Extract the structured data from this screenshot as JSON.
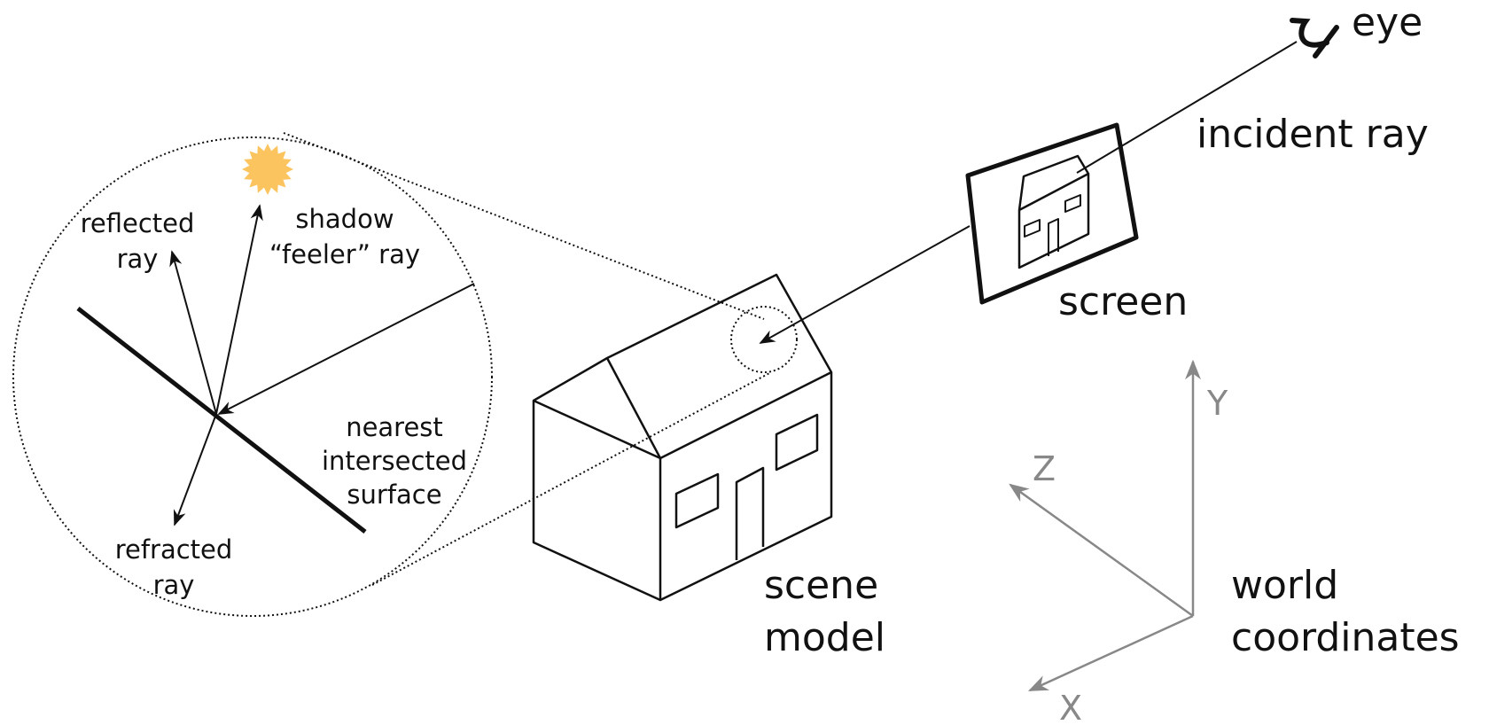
{
  "labels": {
    "eye": "eye",
    "incident_ray": "incident ray",
    "screen": "screen",
    "scene_model": [
      "scene",
      "model"
    ],
    "world_coordinates": [
      "world",
      "coordinates"
    ],
    "reflected_ray": [
      "reflected",
      "ray"
    ],
    "shadow_feeler_ray": [
      "shadow",
      "“feeler” ray"
    ],
    "nearest_intersected_surface": [
      "nearest",
      "intersected",
      "surface"
    ],
    "refracted_ray": [
      "refracted",
      "ray"
    ]
  },
  "axes": {
    "x": "X",
    "y": "Y",
    "z": "Z"
  },
  "colors": {
    "ink": "#111111",
    "axis": "#888888",
    "light_source": "#FCC45E"
  }
}
